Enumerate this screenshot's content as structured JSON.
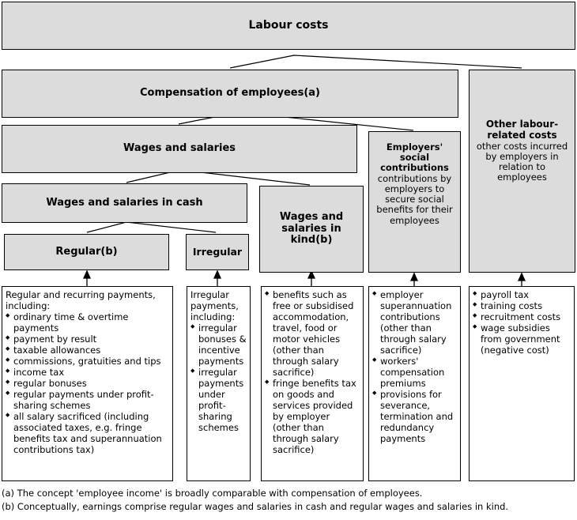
{
  "diagram": {
    "title": "Labour costs",
    "level1": {
      "label": "Labour costs"
    },
    "level2": [
      {
        "label": "Compensation of employees(a)"
      },
      {
        "title": "Other labour-related costs",
        "sub": "other costs incurred by employers in relation to employees"
      }
    ],
    "level3": [
      {
        "label": "Wages and salaries"
      },
      {
        "title": "Employers' social contributions",
        "sub": "contributions by employers to secure social benefits for their employees"
      }
    ],
    "level4": [
      {
        "label": "Wages and salaries in cash"
      },
      {
        "label": "Wages and salaries in kind(b)"
      }
    ],
    "level5": [
      {
        "label": "Regular(b)"
      },
      {
        "label": "Irregular"
      }
    ],
    "details": [
      {
        "name": "regular-details",
        "lead": "Regular and recurring payments, including:",
        "items": [
          "ordinary time & overtime payments",
          "payment by result",
          "taxable allowances",
          "commissions, gratuities and tips",
          "income tax",
          "regular bonuses",
          "regular payments under profit-sharing schemes",
          "all salary sacrificed (including associated taxes, e.g. fringe benefits tax and superannuation contributions tax)"
        ]
      },
      {
        "name": "irregular-details",
        "lead": "Irregular payments, including:",
        "items": [
          "irregular bonuses & incentive payments",
          "irregular payments under profit-sharing schemes"
        ]
      },
      {
        "name": "in-kind-details",
        "lead": "",
        "items": [
          "benefits such as free or subsidised accommodation, travel, food or motor vehicles (other than through salary sacrifice)",
          "fringe benefits tax on goods and services provided by employer (other than through salary sacrifice)"
        ]
      },
      {
        "name": "social-contributions-details",
        "lead": "",
        "items": [
          "employer superannuation contributions (other than through salary sacrifice)",
          "workers' compensation premiums",
          "provisions for severance, termination and redundancy payments"
        ]
      },
      {
        "name": "other-costs-details",
        "lead": "",
        "items": [
          "payroll tax",
          "training costs",
          "recruitment costs",
          "wage subsidies from government (negative cost)"
        ]
      }
    ],
    "footnotes": [
      "(a) The concept 'employee income' is broadly comparable with compensation of employees.",
      "(b) Conceptually, earnings comprise regular wages and salaries in cash and regular wages and salaries in kind."
    ],
    "colors": {
      "box_fill": "#dcdcdc",
      "leaf_fill": "#ffffff",
      "border": "#000000"
    }
  }
}
